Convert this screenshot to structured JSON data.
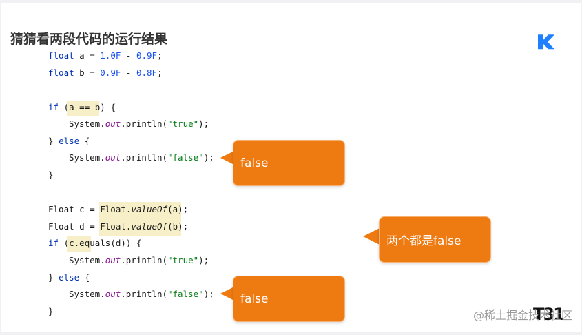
{
  "slide": {
    "title": "猜猜看两段代码的运行结果",
    "brand_color": "#1e80ff"
  },
  "code": {
    "l1": {
      "t1": "float",
      "t2": " a = ",
      "t3": "1.0F",
      "t4": " - ",
      "t5": "0.9F",
      "t6": ";"
    },
    "l2": {
      "t1": "float",
      "t2": " b = ",
      "t3": "0.9F",
      "t4": " - ",
      "t5": "0.8F",
      "t6": ";"
    },
    "l3": {
      "t1": "if",
      "t2": " (a == b) {"
    },
    "l4": {
      "t1": "System.",
      "t2": "out",
      "t3": ".println(",
      "t4": "\"true\"",
      "t5": ");"
    },
    "l5": {
      "t1": "} ",
      "t2": "else",
      "t3": " {"
    },
    "l6": {
      "t1": "System.",
      "t2": "out",
      "t3": ".println(",
      "t4": "\"false\"",
      "t5": ");"
    },
    "l7": {
      "t1": "}"
    },
    "l8": {
      "t1": "Float c = Float.",
      "t2": "valueOf",
      "t3": "(a);"
    },
    "l9": {
      "t1": "Float d = Float.",
      "t2": "valueOf",
      "t3": "(b);"
    },
    "l10": {
      "t1": "if",
      "t2": " (c.equals(d)) {"
    },
    "l11": {
      "t1": "System.",
      "t2": "out",
      "t3": ".println(",
      "t4": "\"true\"",
      "t5": ");"
    },
    "l12": {
      "t1": "} ",
      "t2": "else",
      "t3": " {"
    },
    "l13": {
      "t1": "System.",
      "t2": "out",
      "t3": ".println(",
      "t4": "\"false\"",
      "t5": ");"
    },
    "l14": {
      "t1": "}"
    }
  },
  "callouts": {
    "first": "false",
    "both": "两个都是false",
    "second": "false",
    "color": "#ee7a12"
  },
  "watermark": {
    "text": "@稀土掘金技术社区",
    "logo_text": "T31"
  }
}
